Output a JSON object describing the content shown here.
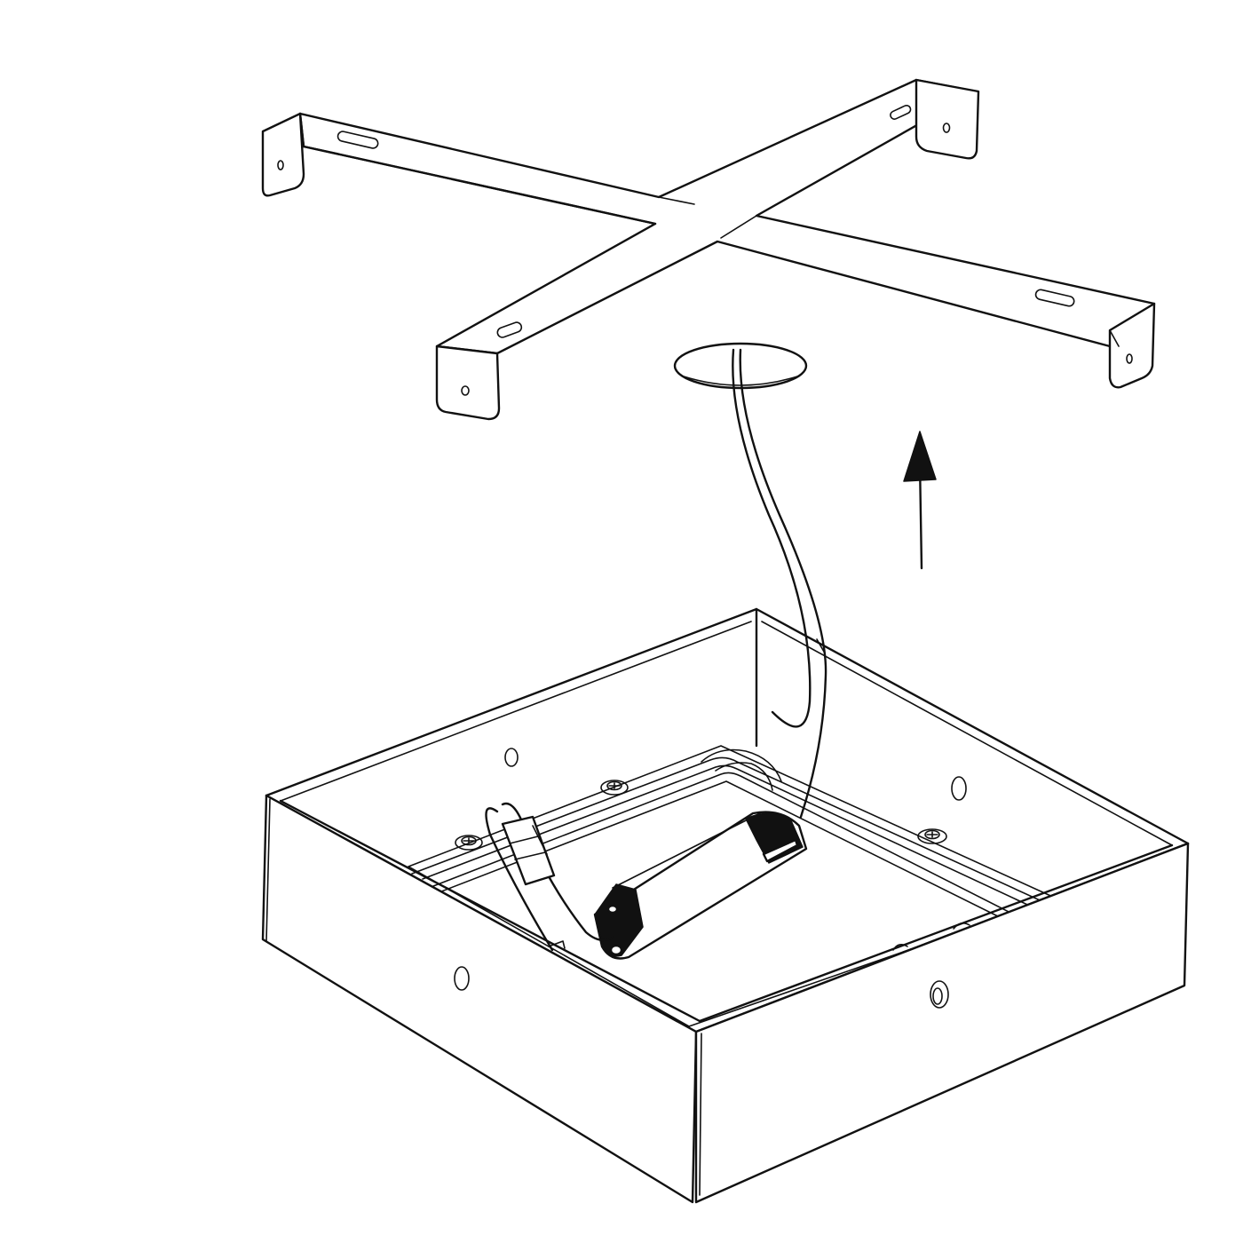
{
  "figure": {
    "type": "assembly-instruction-illustration",
    "components": [
      "mounting-cross-bracket",
      "ceiling-cable-hole",
      "supply-cable",
      "lift-direction-arrow",
      "square-luminaire-housing",
      "led-driver",
      "terminal-block",
      "mounting-screws"
    ],
    "colors": {
      "line": "#111111",
      "background": "#ffffff"
    }
  }
}
